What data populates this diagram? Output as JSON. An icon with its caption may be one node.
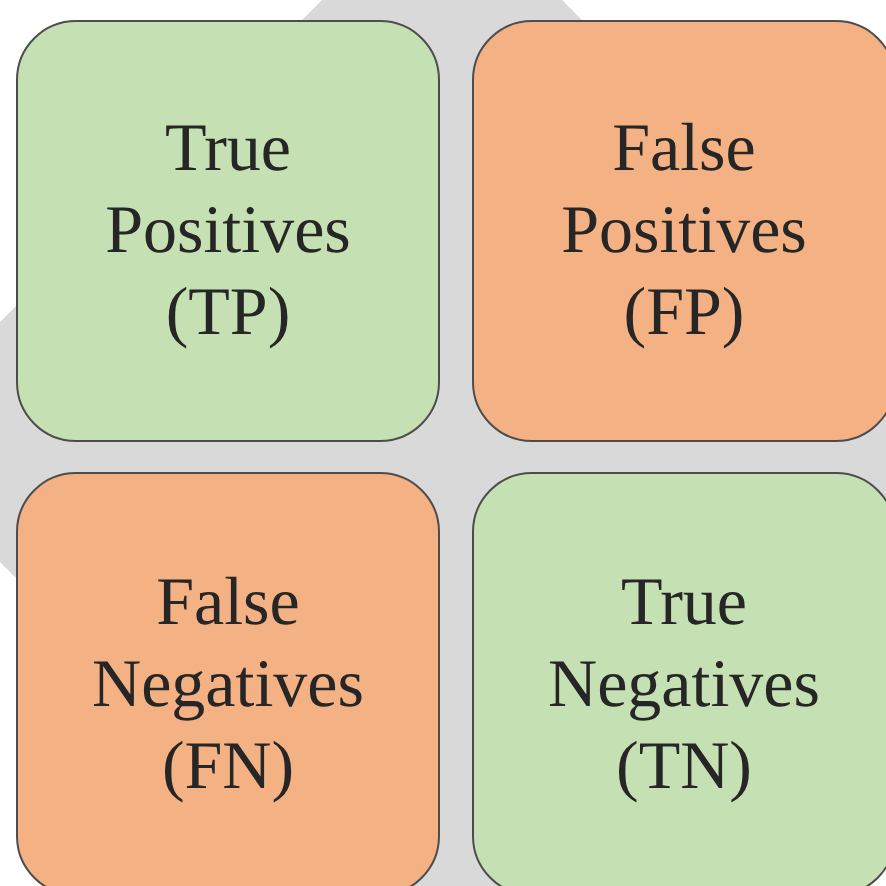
{
  "diagram": {
    "nodes": [
      {
        "text": [
          "True Positives (TP)"
        ]
      },
      {
        "text": [
          "False Positives (FP)"
        ]
      },
      {
        "text": [
          "False Negatives (FN)"
        ]
      },
      {
        "text": [
          "True Negatives (TN)"
        ]
      }
    ]
  }
}
